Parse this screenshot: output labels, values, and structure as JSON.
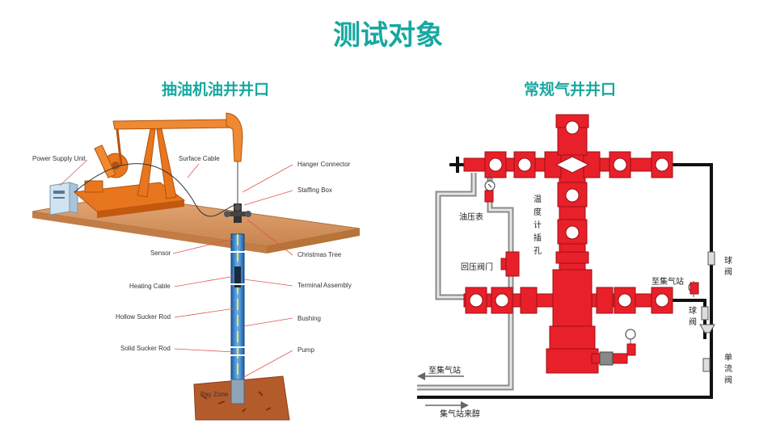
{
  "title": "测试对象",
  "left": {
    "subtitle": "抽油机油井井口",
    "labels": {
      "power_supply_unit": "Power Supply Unit",
      "surface_cable": "Surface Cable",
      "hanger_connector": "Hanger Connector",
      "staffing_box": "Staffing Box",
      "sensor": "Sensor",
      "christmas_tree": "Christmas Tree",
      "heating_cable": "Heating Cable",
      "terminal_assembly": "Terminal Assembly",
      "hollow_sucker_rod": "Hollow Sucker Rod",
      "bushing": "Bushing",
      "solid_sucker_rod": "Solid Sucker Rod",
      "pump": "Pump",
      "pay_zone": "Pay Zone"
    }
  },
  "right": {
    "subtitle": "常规气井井口",
    "labels": {
      "tubing_gauge": "油压表",
      "temp_hole": "温度计插孔",
      "back_pressure_valve": "回压阀门",
      "to_station_top": "至集气站",
      "ball_valve_1": "球阀",
      "ball_valve_2": "球阀",
      "check_valve": "单流阀",
      "to_station_bottom": "至集气站",
      "from_station": "集气站来醇"
    }
  },
  "colors": {
    "accent": "#17a8a0",
    "valve_red": "#e8202a",
    "pumpjack_orange": "#e8761e"
  }
}
